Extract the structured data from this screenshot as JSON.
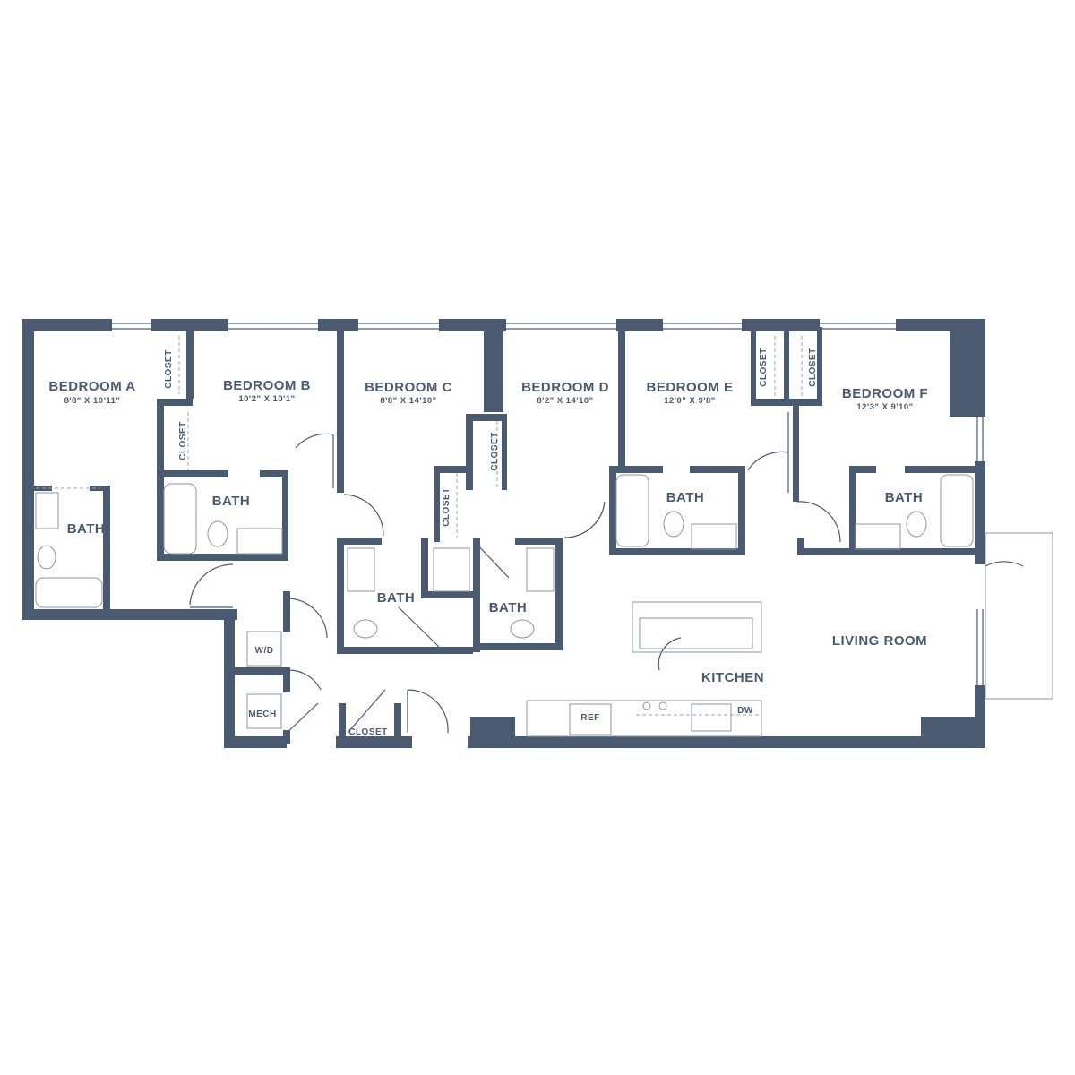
{
  "rooms": {
    "bedroom_a": {
      "name": "BEDROOM A",
      "size": "8'8\" X 10'11\""
    },
    "bedroom_b": {
      "name": "BEDROOM B",
      "size": "10'2\" X 10'1\""
    },
    "bedroom_c": {
      "name": "BEDROOM C",
      "size": "8'8\" X 14'10\""
    },
    "bedroom_d": {
      "name": "BEDROOM D",
      "size": "8'2\" X 14'10\""
    },
    "bedroom_e": {
      "name": "BEDROOM E",
      "size": "12'0\" X 9'8\""
    },
    "bedroom_f": {
      "name": "BEDROOM F",
      "size": "12'3\" X 9'10\""
    },
    "bath": "BATH",
    "closet": "CLOSET",
    "living_room": "LIVING ROOM",
    "kitchen": "KITCHEN",
    "wd": "W/D",
    "mech": "MECH",
    "ref": "REF",
    "dw": "DW"
  },
  "colors": {
    "wall": "#4a5a70",
    "background": "#ffffff"
  }
}
